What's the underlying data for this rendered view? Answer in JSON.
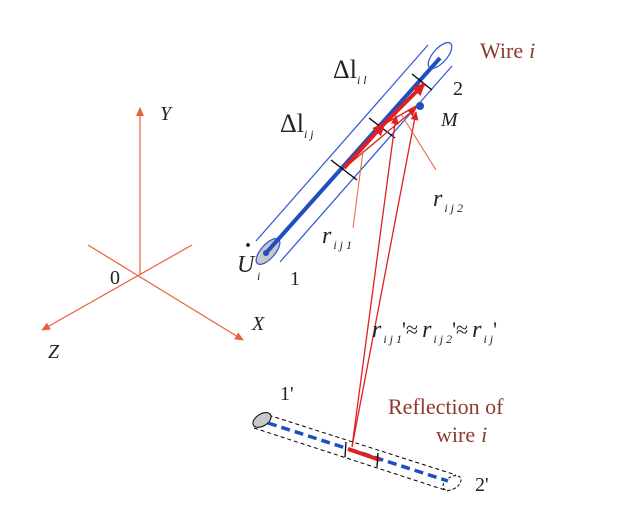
{
  "colors": {
    "wire_blue": "#1f4fbf",
    "current_red": "#e02020",
    "axis_orange": "#e8603c",
    "label_brown": "#8b3a2e",
    "cylinder_outline": "#3a5bd9"
  },
  "labels": {
    "wire_title": "Wire",
    "wire_title_index": "i",
    "reflection_line1": "Reflection of",
    "reflection_line2": "wire",
    "reflection_index": "i",
    "end_1": "1",
    "end_2": "2",
    "end_1_prime": "1'",
    "end_2_prime": "2'",
    "point_m": "M",
    "origin": "0",
    "axis_x": "X",
    "axis_y": "Y",
    "axis_z": "Z",
    "delta_l": "Δl",
    "sub_il": "i l",
    "sub_ij": "i j",
    "u_var": "U",
    "u_dot": "·",
    "u_sub": "i",
    "r_var": "r",
    "r_ij1_sub": "i j 1",
    "r_ij2_sub": "i j 2",
    "approx_r1_sub": "i j 1",
    "approx_prime1": "'≈",
    "approx_r2_sub": "i j 2",
    "approx_prime2": "'≈",
    "approx_rij_sub": "i j",
    "approx_prime3": "'"
  }
}
